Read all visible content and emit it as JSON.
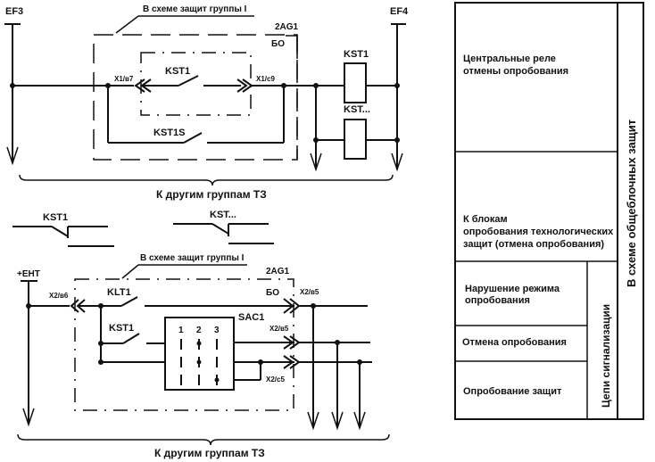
{
  "top_circuit": {
    "bus_left": "EF3",
    "bus_right": "EF4",
    "group_label": "В схеме защит группы I",
    "block_name": "2AG1",
    "block_sub": "БО",
    "connector_left": "X1/в7",
    "connector_right": "X1/с9",
    "contact_main": "KST1",
    "contact_bypass": "KST1S",
    "relay_1": "KST1",
    "relay_2": "KST...",
    "brace_label": "К другим группам ТЗ"
  },
  "legend_contacts": [
    {
      "label": "KST1"
    },
    {
      "label": "KST..."
    }
  ],
  "bottom_circuit": {
    "bus": "+ЕНТ",
    "group_label": "В схеме защит группы I",
    "block_name": "2AG1",
    "block_sub": "БО",
    "connector_left": "X2/в6",
    "connector_right_top": "X2/в5",
    "connector_right_mid": "X2/в5",
    "connector_right_bottom": "X2/с5",
    "contact_klt": "KLT1",
    "contact_kst": "KST1",
    "switch_name": "SAC1",
    "switch_positions": [
      "1",
      "2",
      "3"
    ],
    "brace_label": "К другим группам ТЗ"
  },
  "table": {
    "outer_vertical_label": "В схеме общеблочных защит",
    "signal_vertical_label": "Цепи сигнализации",
    "rows": [
      {
        "text": "Центральные реле отмены опробования"
      },
      {
        "text": "К блокам опробования технологических защит (отмена опробования)"
      },
      {
        "text": "Нарушение режима опробования"
      },
      {
        "text": "Отмена опробования"
      },
      {
        "text": "Опробование защит"
      }
    ]
  }
}
